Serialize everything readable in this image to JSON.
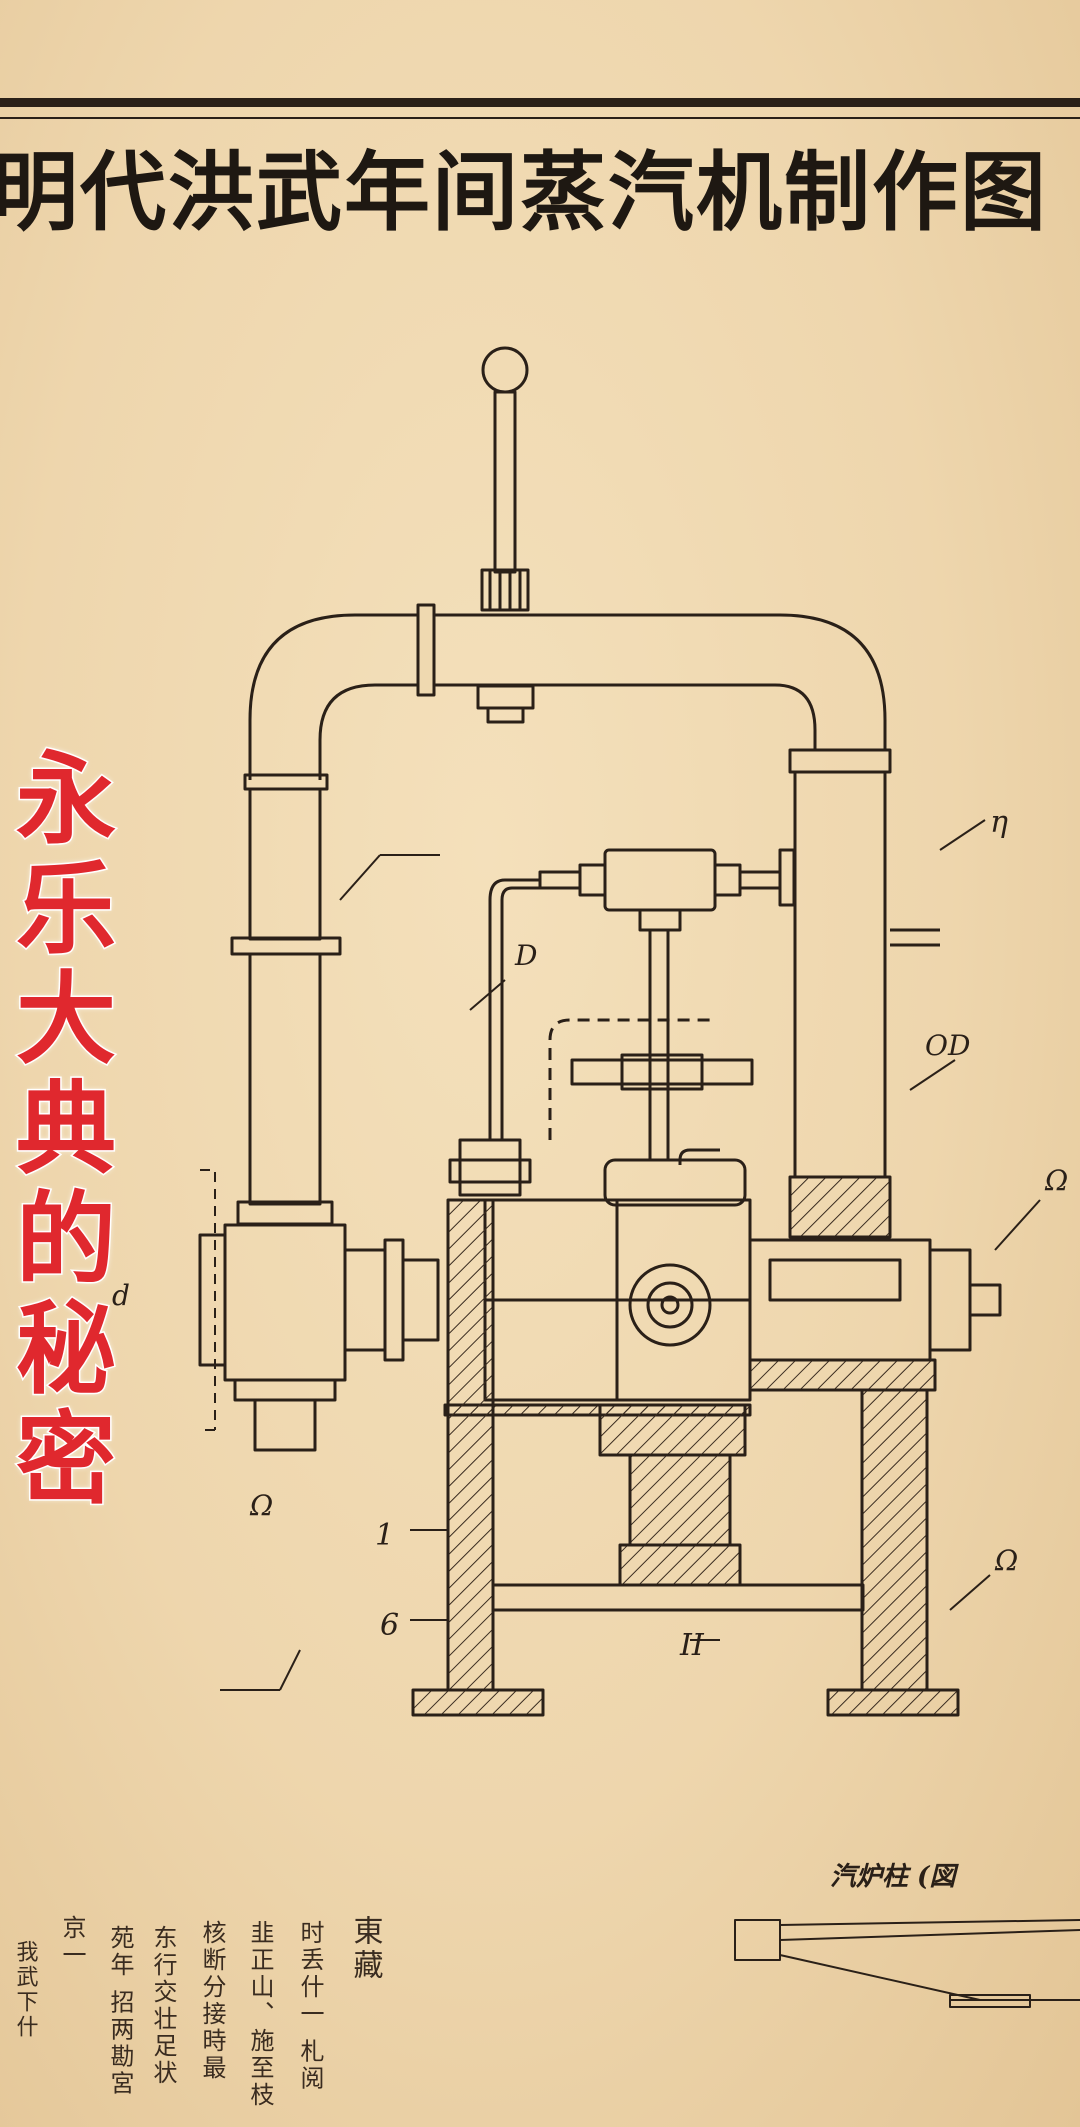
{
  "title": "明代洪武年间蒸汽机制作图",
  "caption_chars": [
    "永",
    "乐",
    "大",
    "典",
    "的",
    "秘",
    "密"
  ],
  "part_labels": [
    "η",
    "D",
    "OD",
    "Ω",
    "Ω",
    "Ω",
    "1",
    "6",
    "II",
    "d"
  ],
  "inset_label": "汽炉柱 (図",
  "notes_columns": [
    "東藏",
    "时丢什一  札阅",
    "韭正山、施至枝",
    "核断分接時最",
    "东行交壮足状",
    "苑年 招两勘宮",
    "京一",
    "我武下什"
  ],
  "colors": {
    "paper": "#efd9b0",
    "ink": "#2a2018",
    "caption": "#e0282e"
  }
}
